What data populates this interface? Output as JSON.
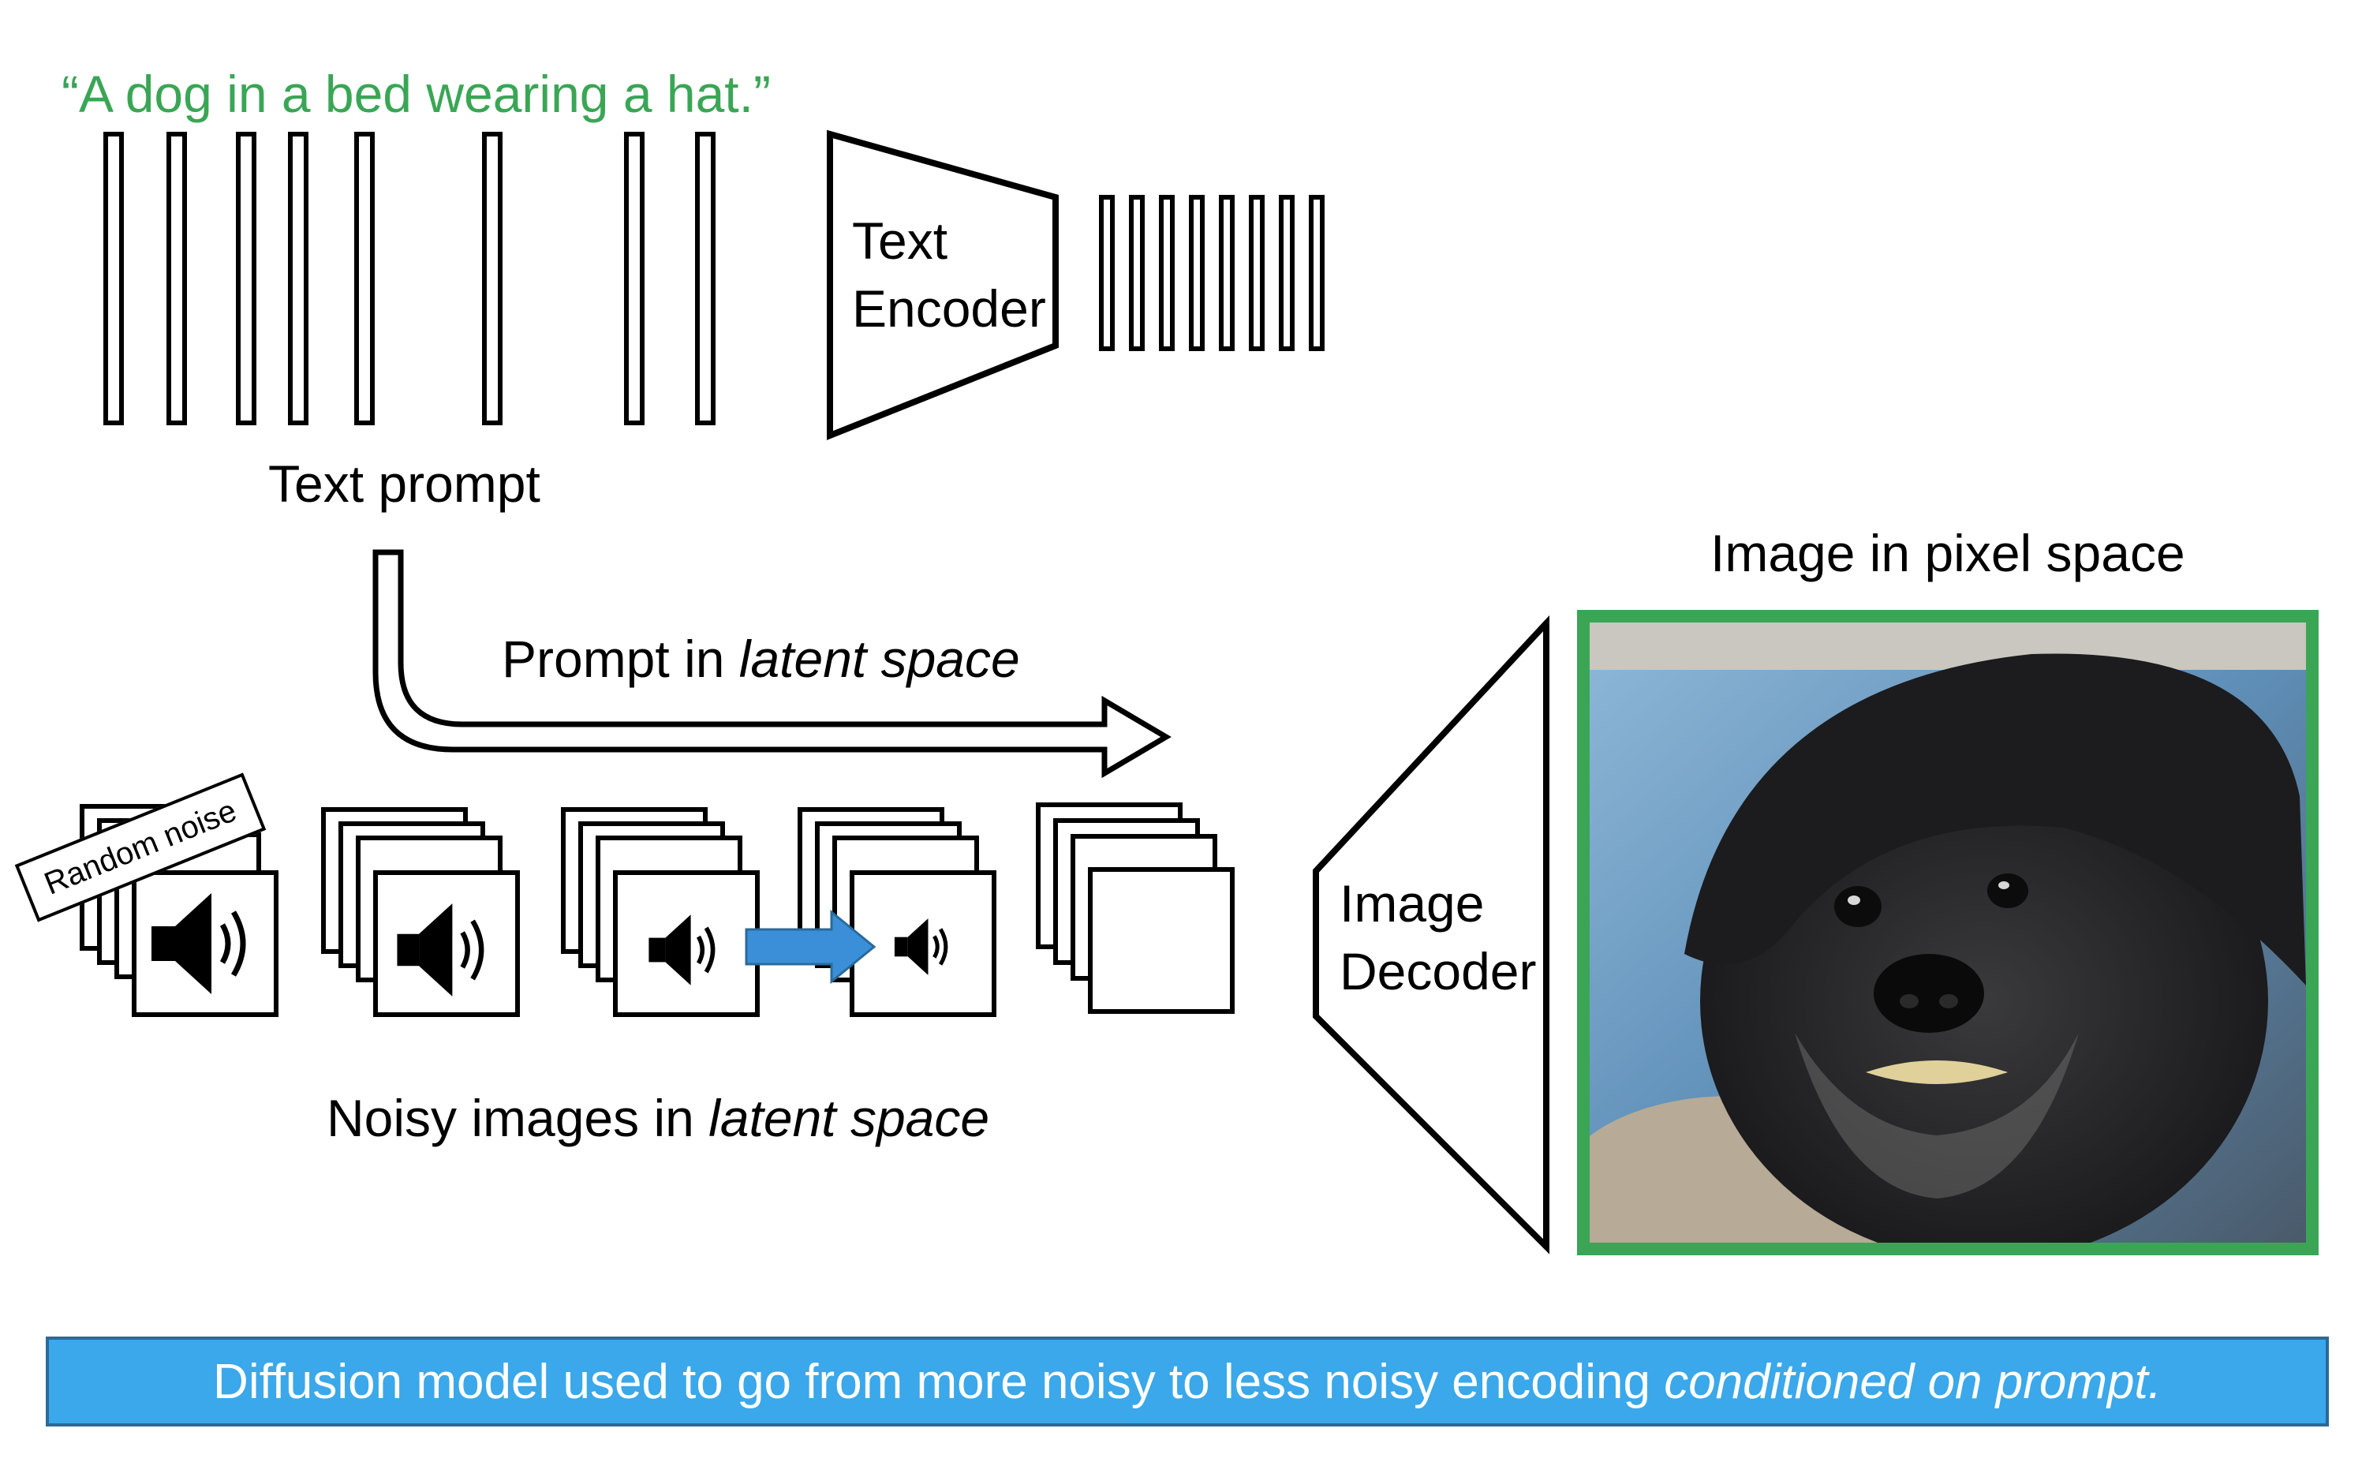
{
  "prompt_quote": "“A dog in a bed wearing a hat.”",
  "text_prompt_label": "Text prompt",
  "text_encoder": {
    "line1": "Text",
    "line2": "Encoder"
  },
  "prompt_latent": {
    "prefix": "Prompt in ",
    "italic": "latent space"
  },
  "image_pixel_label": "Image in pixel space",
  "image_decoder": {
    "line1": "Image",
    "line2": "Decoder"
  },
  "random_noise_label": "Random noise",
  "noisy_latent": {
    "prefix": "Noisy images in ",
    "italic": "latent space"
  },
  "banner": {
    "prefix": "Diffusion model used to go from more noisy to less noisy encoding ",
    "italic": "conditioned on prompt."
  },
  "colors": {
    "quote": "#3aa655",
    "banner": "#3aa8ea",
    "arrow": "#3a8fd8",
    "photo_border": "#3aa655"
  },
  "icons": [
    "speaker-icon",
    "right-arrow-icon"
  ]
}
